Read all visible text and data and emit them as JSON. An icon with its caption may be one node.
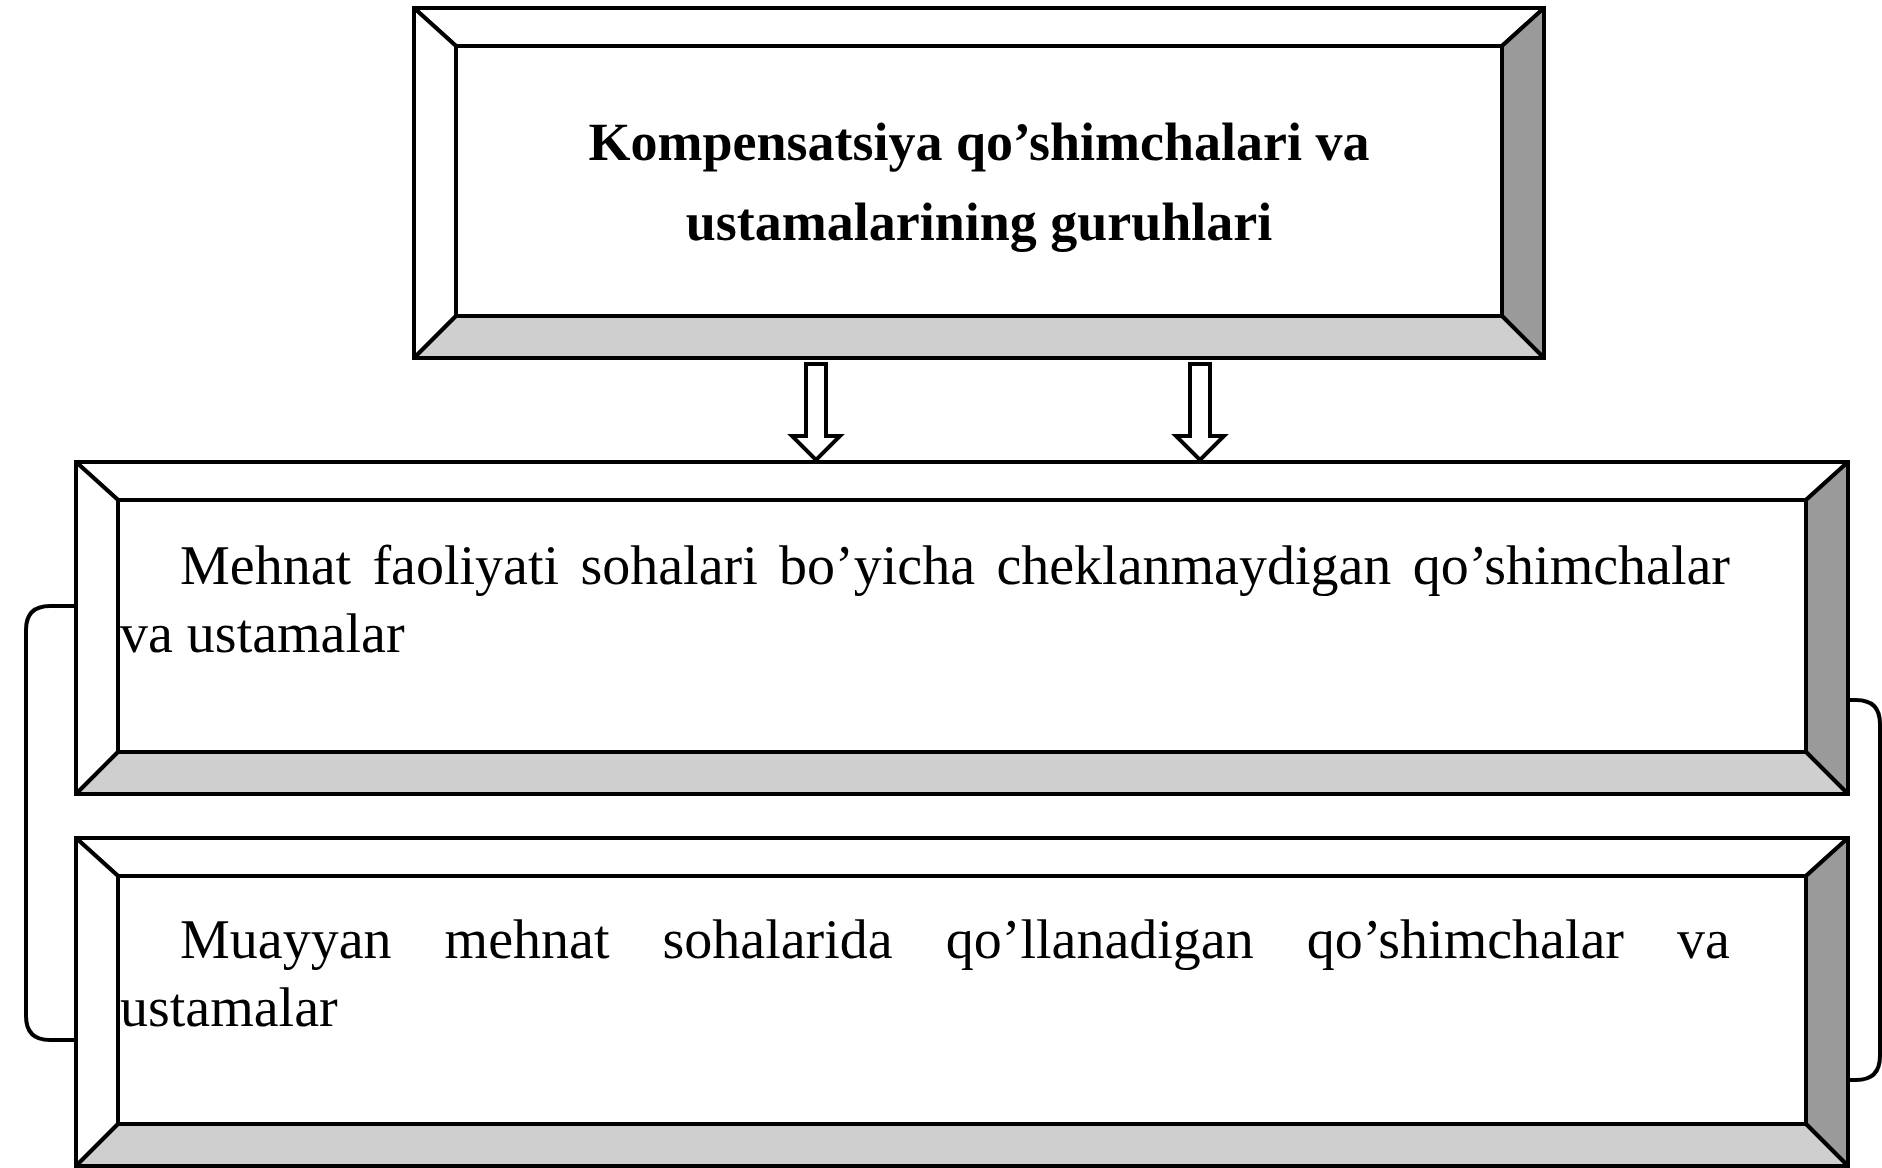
{
  "diagram": {
    "nodes": [
      {
        "text": [
          "Kompensatsiya qo’shimchalari va ustamalarining guruhlari"
        ]
      },
      {
        "text": [
          "Mehnat faoliyati sohalari bo’yicha cheklanmaydigan qo’shimchalar va ustamalar"
        ]
      },
      {
        "text": [
          "Muayyan mehnat sohalarida qo’llanadigan qo’shimchalar va ustamalar"
        ]
      }
    ],
    "edges": [
      {
        "from": 0,
        "to": 1,
        "arrow": "to"
      },
      {
        "from": 0,
        "to": 1,
        "arrow": "to"
      },
      {
        "from": 1,
        "to": 2,
        "arrow": "none"
      },
      {
        "from": 1,
        "to": 2,
        "arrow": "none"
      }
    ]
  }
}
